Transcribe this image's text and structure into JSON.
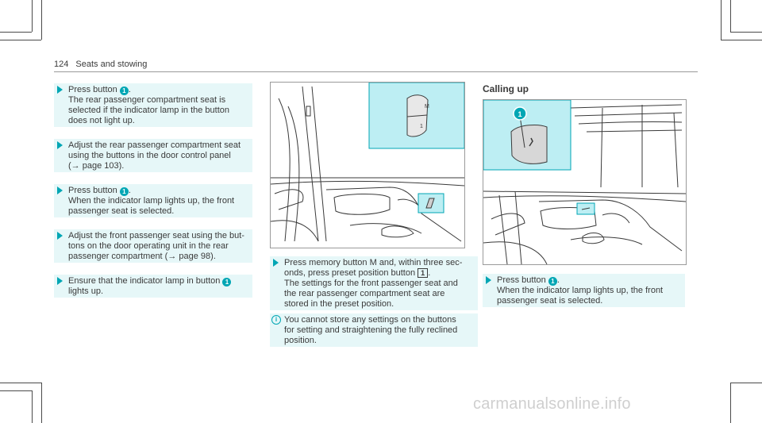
{
  "header": {
    "page_number": "124",
    "section": "Seats and stowing"
  },
  "left_column": {
    "steps": [
      {
        "lines": [
          "Press button {1}.",
          "The rear passenger compartment seat is",
          "selected if the indicator lamp in the button",
          "does not light up."
        ]
      },
      {
        "lines": [
          "Adjust the rear passenger compartment seat",
          "using the buttons in the door control panel",
          "(→ page 103)."
        ]
      },
      {
        "lines": [
          "Press button {1}.",
          "When the indicator lamp lights up, the front",
          "passenger seat is selected."
        ]
      },
      {
        "lines": [
          "Adjust the front passenger seat using the but-",
          "tons on the door operating unit in the rear",
          "passenger compartment (→ page 98)."
        ]
      },
      {
        "lines": [
          "Ensure that the indicator lamp in button {1}",
          "lights up."
        ]
      }
    ]
  },
  "middle_column": {
    "figure": {
      "button_labels": [
        "M",
        "1"
      ]
    },
    "steps": [
      {
        "lines": [
          "Press memory button M and, within three sec-",
          "onds, press preset position button [1].",
          "The settings for the front passenger seat and",
          "the rear passenger compartment seat are",
          "stored in the preset position."
        ]
      }
    ],
    "note": {
      "lines": [
        "You cannot store any settings on the buttons",
        "for setting and straightening the fully reclined",
        "position."
      ]
    }
  },
  "right_column": {
    "title": "Calling up",
    "figure": {
      "callout": "1"
    },
    "steps": [
      {
        "lines": [
          "Press button {1}.",
          "When the indicator lamp lights up, the front",
          "passenger seat is selected."
        ]
      }
    ]
  },
  "badge_text": "1",
  "keycap_text": "1",
  "info_icon_text": "i",
  "watermark": "carmanualsonline.info",
  "colors": {
    "accent": "#00a6b4",
    "highlight_bg": "#e6f7f8",
    "figure_highlight": "#bdeef3",
    "text": "#3a3a3a"
  }
}
